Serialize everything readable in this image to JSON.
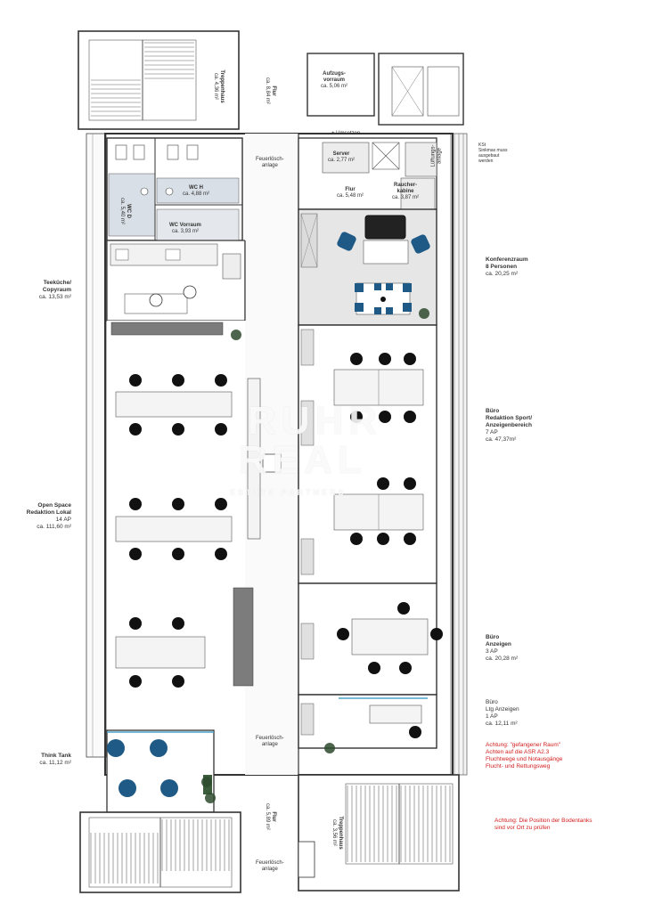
{
  "labels_left": [
    {
      "id": "teekueche",
      "lines": [
        "Teeküche/",
        "Copyraum"
      ],
      "area": "ca. 13,53 m²"
    },
    {
      "id": "openspace",
      "lines": [
        "Open Space",
        "Redaktion Lokal"
      ],
      "ap": "14 AP",
      "area": "ca. 111,60 m²"
    },
    {
      "id": "thinktank",
      "lines": [
        "Think Tank"
      ],
      "area": "ca. 11,12 m²"
    }
  ],
  "labels_right": [
    {
      "id": "ksk",
      "lines": [
        "KSt"
      ],
      "note": [
        "Sinkmax muss",
        "ausgebaut",
        "werden"
      ]
    },
    {
      "id": "konferenz",
      "lines": [
        "Konferenzraum"
      ],
      "ap": "8 Personen",
      "area": "ca. 20,25 m²"
    },
    {
      "id": "sport",
      "lines": [
        "Büro",
        "Redaktion Sport/",
        "Anzeigenbereich"
      ],
      "ap": "7 AP",
      "area": "ca. 47,37m²"
    },
    {
      "id": "anzeigen",
      "lines": [
        "Büro",
        "Anzeigen"
      ],
      "ap": "3 AP",
      "area": "ca. 20,28 m²"
    },
    {
      "id": "ltg",
      "lines": [
        "Büro",
        "Ltg Anzeigen"
      ],
      "ap": "1 AP",
      "area": "ca. 12,11 m²"
    }
  ],
  "notes_red": [
    [
      "Achtung: \"gefangener Raum\"",
      "Achten auf die ASR A2.3",
      "Fluchtwege und Notausgänge",
      "Flucht- und Rettungsweg"
    ],
    [
      "Achtung: Die Position der Bodentanks",
      "sind vor Ort zu prüfen"
    ]
  ],
  "rooms": {
    "aufzug": {
      "name": "Aufzugs-",
      "name2": "vorraum",
      "area": "ca. 5,06 m²"
    },
    "server": {
      "name": "Server",
      "area": "ca. 2,77 m²"
    },
    "flur_top": {
      "name": "Flur",
      "area": "ca. 5,48 m²"
    },
    "raucher": {
      "name": "Raucher-",
      "name2": "kabine",
      "area": "ca. 3,87 m²"
    },
    "wch": {
      "name": "WC H",
      "area": "ca. 4,88 m²"
    },
    "wcd": {
      "name": "WC D",
      "area": "ca. 5,40 m²"
    },
    "wcvor": {
      "name": "WC Vorraum",
      "area": "ca. 3,93 m²"
    },
    "treppe_top": {
      "name": "Treppenhaus",
      "area": "ca. 4,36 m²"
    },
    "flur_a": {
      "name": "Flur",
      "area": "ca. 8,84 m²"
    },
    "flur_b": {
      "name": "Flur",
      "area": "ca. 5,89 m²"
    },
    "treppe_bot": {
      "name": "Treppenhaus",
      "area": "ca. 3,56 m²"
    },
    "umsetzen": {
      "name": "+ Umsetzen"
    },
    "anlage1": {
      "name": "Feuerlösch-",
      "name2": "anlage"
    },
    "anlage2": {
      "name": "Feuerlösch-",
      "name2": "anlage"
    },
    "anlage3": {
      "name": "Feuerlösch-",
      "name2": "anlage"
    },
    "lueft": {
      "name": "Lüftungs-",
      "name2": "anlage"
    }
  },
  "watermark": {
    "line1": "RUHR",
    "line2": "REAL",
    "line3": "ESTATE PARTNERS"
  },
  "colors": {
    "wall": "#3a3a3a",
    "accent_blue": "#1f5a86",
    "desk": "#e9e9e9",
    "floor_grey": "#dedede",
    "red": "#d21c1c",
    "stair_line": "#5a5a5a",
    "window": "#4aa3c8"
  }
}
